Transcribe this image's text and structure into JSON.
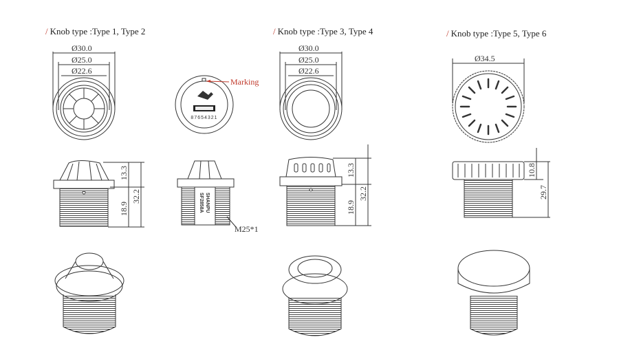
{
  "sections": [
    {
      "title": "Knob type :Type 1, Type 2",
      "dims_top": [
        "Ø30.0",
        "Ø25.0",
        "Ø22.6"
      ],
      "dims_side": [
        "13.3",
        "32.2",
        "18.9"
      ]
    },
    {
      "title": "Knob type :Type 3, Type 4",
      "dims_top": [
        "Ø30.0",
        "Ø25.0",
        "Ø22.6"
      ],
      "dims_side": [
        "13.3",
        "32.2",
        "18.9"
      ]
    },
    {
      "title": "Knob type :Type 5, Type 6",
      "dims_top": [
        "Ø34.5"
      ],
      "dims_side": [
        "10.8",
        "29.7"
      ]
    }
  ],
  "connector": {
    "marking_label": "Marking",
    "pin_numbers": "87654321",
    "thread_label": "M25*1",
    "body_text": [
      "SF2858A",
      "SHANPU"
    ]
  },
  "accent_color": "#c0392b"
}
